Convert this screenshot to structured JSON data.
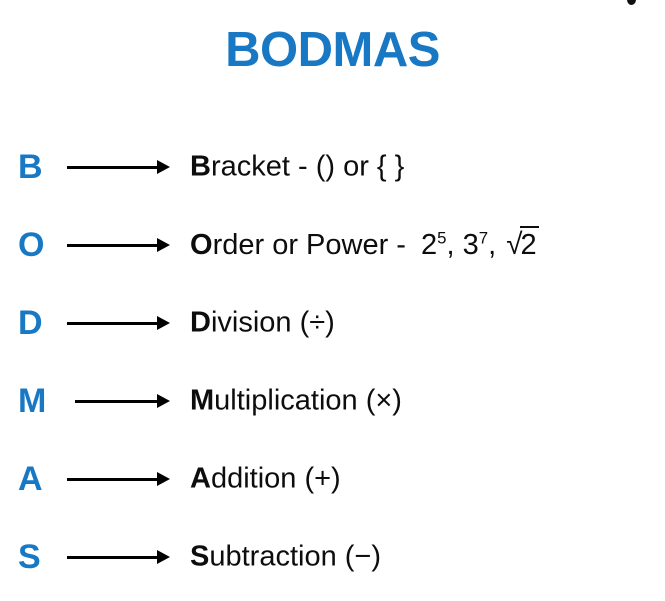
{
  "title": "BODMAS",
  "colors": {
    "accent_blue": "#1878C4",
    "text_black": "#0D0D0D",
    "background": "#FFFFFF"
  },
  "rows": [
    {
      "letter": "B",
      "lead": "B",
      "rest": "racket - () or { }",
      "full_text": "Bracket - () or { }",
      "arrow": "right-arrow"
    },
    {
      "letter": "O",
      "lead": "O",
      "rest": "rder or Power - ",
      "full_text": "Order or Power -  2⁵, 3⁷, √2",
      "arrow": "right-arrow",
      "math": {
        "term1_base": "2",
        "term1_exponent": "5",
        "separator1": ", ",
        "term2_base": "3",
        "term2_exponent": "7",
        "separator2": ", ",
        "radical_sign": "√",
        "radicand": "2"
      }
    },
    {
      "letter": "D",
      "lead": "D",
      "rest": "ivision (÷)",
      "full_text": "Division (÷)",
      "arrow": "right-arrow"
    },
    {
      "letter": "M",
      "lead": "M",
      "rest": "ultiplication (×)",
      "full_text": "Multiplication (×)",
      "arrow": "right-arrow"
    },
    {
      "letter": "A",
      "lead": "A",
      "rest": "ddition (+)",
      "full_text": "Addition (+)",
      "arrow": "right-arrow"
    },
    {
      "letter": "S",
      "lead": "S",
      "rest": "ubtraction (−)",
      "full_text": "Subtraction (−)",
      "arrow": "right-arrow"
    }
  ]
}
